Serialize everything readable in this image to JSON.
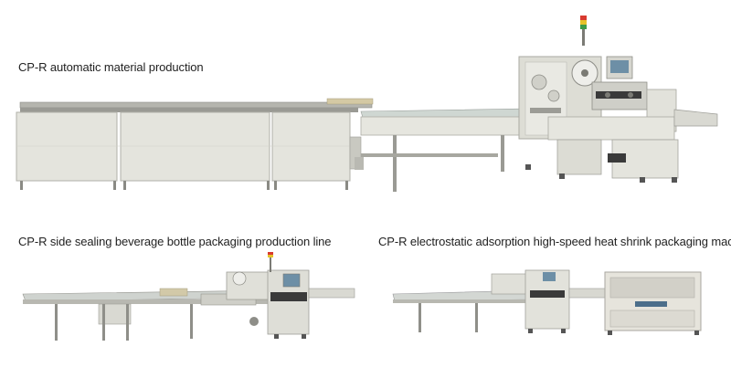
{
  "captions": {
    "top": "CP-R automatic material production",
    "bottom_left": "CP-R side sealing beverage bottle packaging production line",
    "bottom_right": "CP-R electrostatic adsorption high-speed heat shrink packaging machine"
  },
  "colors": {
    "body_panel": "#e3e3dc",
    "body_shade": "#c9c9c1",
    "steel": "#a9a9a3",
    "dark": "#3a3a3a",
    "screen": "#6d8fa6",
    "lamp_red": "#d83a2f",
    "lamp_yellow": "#e6c229",
    "lamp_green": "#3d9a48"
  }
}
